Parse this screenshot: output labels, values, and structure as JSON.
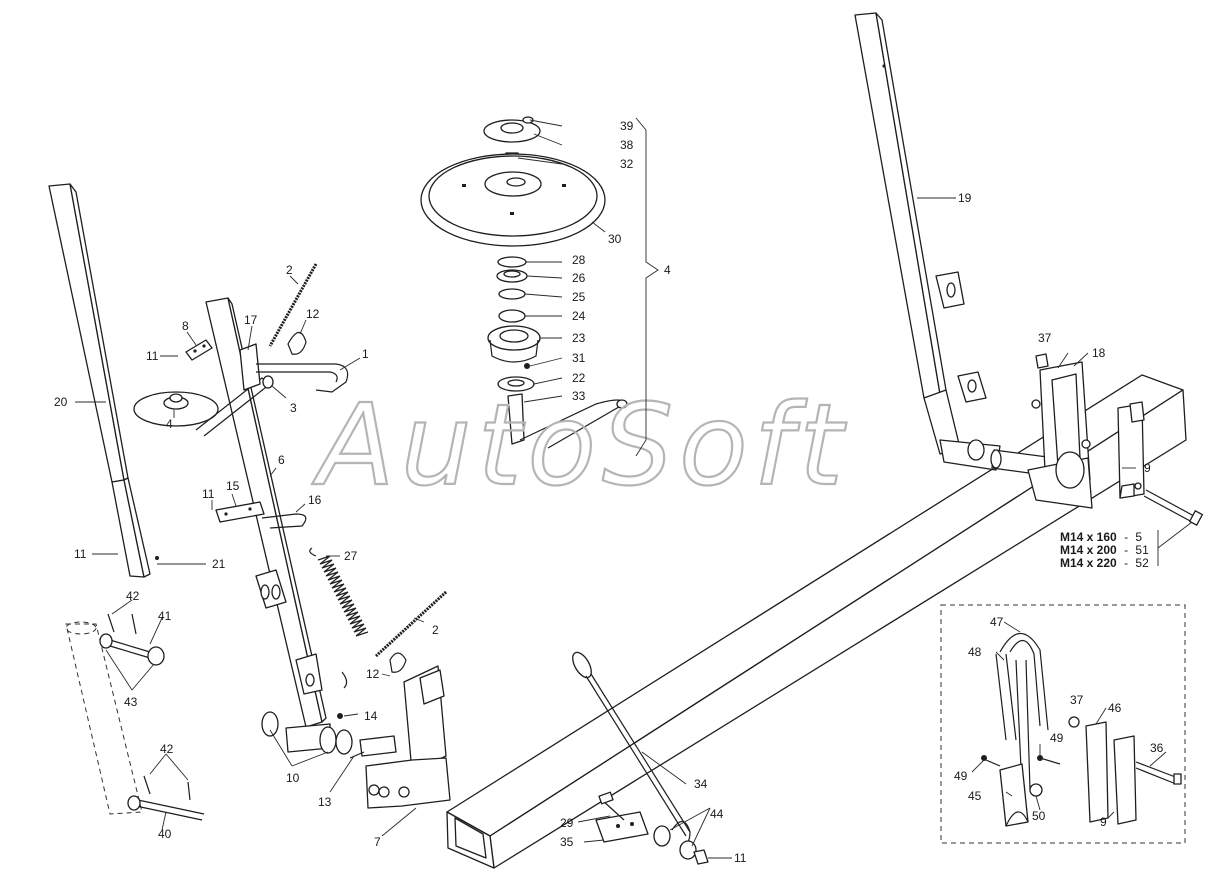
{
  "watermark": "AutoSoft",
  "callouts": {
    "c1": "1",
    "c2a": "2",
    "c2b": "2",
    "c3": "3",
    "c4a": "4",
    "c4b": "4",
    "c6": "6",
    "c7": "7",
    "c8": "8",
    "c9a": "9",
    "c9b": "9",
    "c10": "10",
    "c11a": "11",
    "c11b": "11",
    "c11c": "11",
    "c11d": "11",
    "c12a": "12",
    "c12b": "12",
    "c13": "13",
    "c14": "14",
    "c15": "15",
    "c16": "16",
    "c17": "17",
    "c18": "18",
    "c19": "19",
    "c20": "20",
    "c21": "21",
    "c22": "22",
    "c23": "23",
    "c24": "24",
    "c25": "25",
    "c26": "26",
    "c27": "27",
    "c28": "28",
    "c29": "29",
    "c30": "30",
    "c31": "31",
    "c32": "32",
    "c33": "33",
    "c34": "34",
    "c35": "35",
    "c36": "36",
    "c37a": "37",
    "c37b": "37",
    "c38": "38",
    "c39": "39",
    "c40": "40",
    "c41": "41",
    "c42a": "42",
    "c42b": "42",
    "c43": "43",
    "c44": "44",
    "c45": "45",
    "c46": "46",
    "c47": "47",
    "c48": "48",
    "c49a": "49",
    "c49b": "49",
    "c50": "50"
  },
  "bolt_sizes": [
    {
      "size": "M14 x 160",
      "sep": "-",
      "ref": "5"
    },
    {
      "size": "M14 x 200",
      "sep": "-",
      "ref": "51"
    },
    {
      "size": "M14 x 220",
      "sep": "-",
      "ref": "52"
    }
  ]
}
